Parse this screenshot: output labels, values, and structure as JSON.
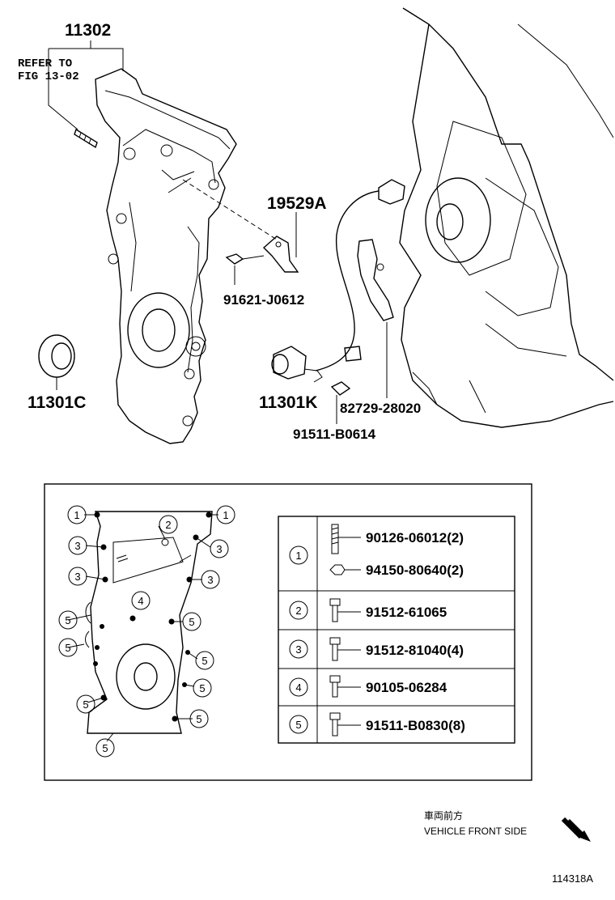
{
  "parts": {
    "p11302": "11302",
    "ref_line1": "REFER TO",
    "ref_line2": "FIG 13-02",
    "p19529A": "19529A",
    "p91621": "91621-J0612",
    "p11301C": "11301C",
    "p11301K": "11301K",
    "p82729": "82729-28020",
    "p91511B0614": "91511-B0614"
  },
  "callouts": {
    "c1": "1",
    "c2": "2",
    "c3": "3",
    "c4": "4",
    "c5": "5"
  },
  "fastener_table": {
    "rows": [
      {
        "key": "1",
        "parts": [
          "90126-06012(2)",
          "94150-80640(2)"
        ]
      },
      {
        "key": "2",
        "parts": [
          "91512-61065"
        ]
      },
      {
        "key": "3",
        "parts": [
          "91512-81040(4)"
        ]
      },
      {
        "key": "4",
        "parts": [
          "90105-06284"
        ]
      },
      {
        "key": "5",
        "parts": [
          "91511-B0830(8)"
        ]
      }
    ]
  },
  "direction": {
    "jp": "車両前方",
    "en": "VEHICLE FRONT SIDE"
  },
  "figure_id": "114318A"
}
